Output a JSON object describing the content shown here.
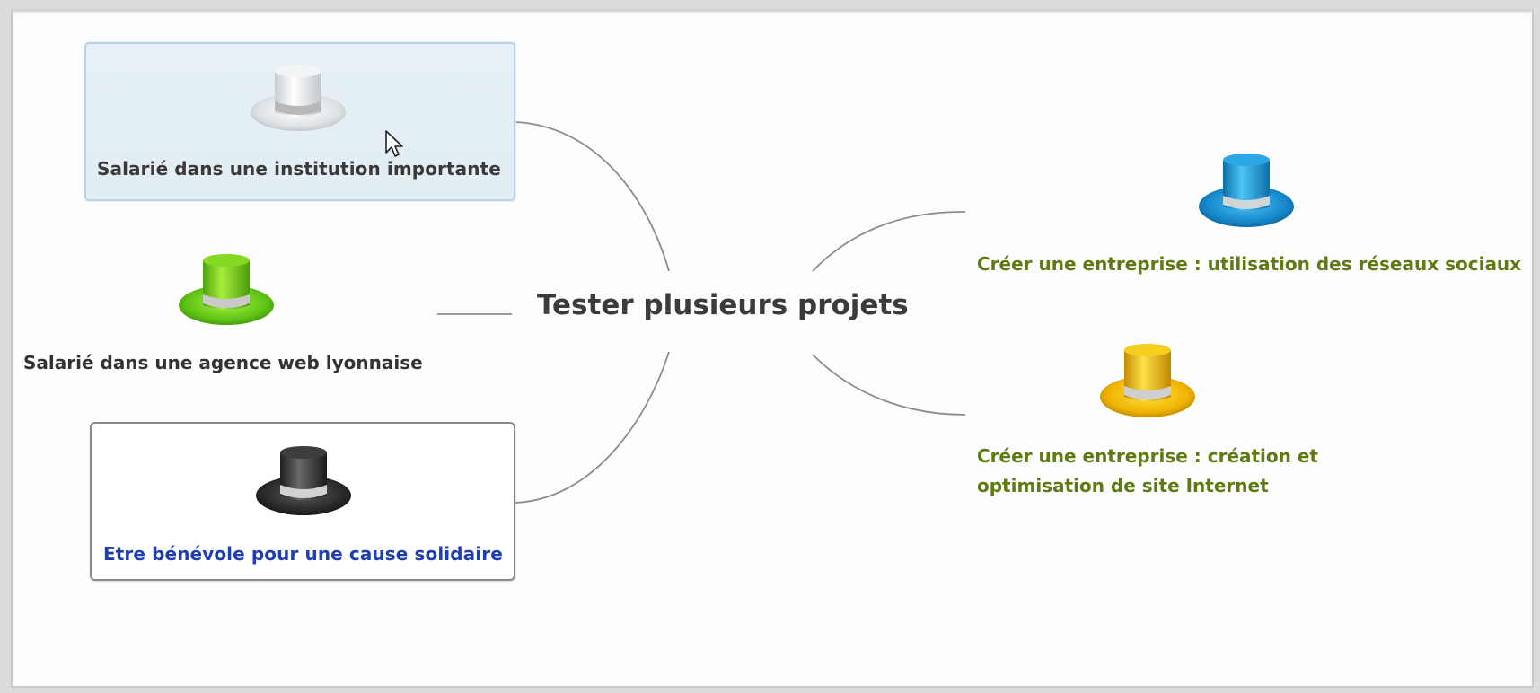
{
  "central_topic": "Tester plusieurs projets",
  "colors": {
    "central_text": "#3b3b3b",
    "dark_label": "#333333",
    "blue_label": "#1f3fb0",
    "olive_label": "#5e7a12",
    "connector": "#7a7a7a",
    "selected_fill": "#e4eef5",
    "selected_border": "#b8d3e4"
  },
  "left_topics": [
    {
      "label": "Salarié dans une institution importante",
      "hat": "white-hat-icon"
    },
    {
      "label": "Salarié dans une agence web lyonnaise",
      "hat": "green-hat-icon"
    },
    {
      "label": "Etre bénévole pour une cause solidaire",
      "hat": "black-hat-icon"
    }
  ],
  "right_topics": [
    {
      "label": "Créer une entreprise : utilisation des réseaux sociaux",
      "hat": "blue-hat-icon"
    },
    {
      "label_lines": [
        "Créer une entreprise : création et",
        "optimisation de site Internet"
      ],
      "hat": "yellow-hat-icon"
    }
  ]
}
